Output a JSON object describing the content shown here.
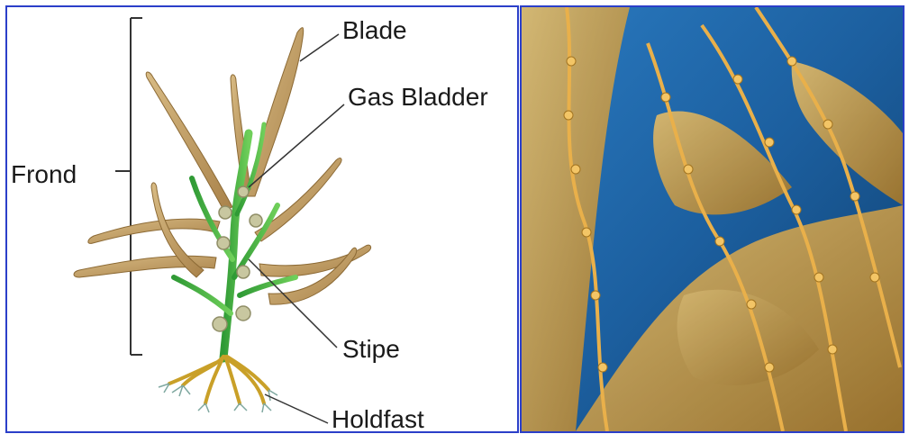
{
  "labels": {
    "blade": "Blade",
    "gas_bladder": "Gas Bladder",
    "frond": "Frond",
    "stipe": "Stipe",
    "holdfast": "Holdfast"
  },
  "colors": {
    "border": "#2b3fc9",
    "blade_tan": "#c4a063",
    "stipe_green": "#3aa63a",
    "holdfast_gold": "#c9a028",
    "ocean_blue": "#1e63a8",
    "kelp_gold": "#d9a23a"
  }
}
